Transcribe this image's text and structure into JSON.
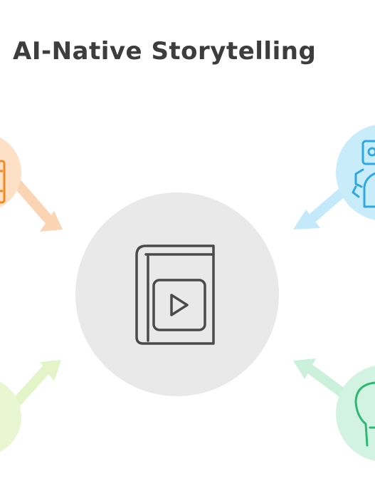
{
  "title": "AI-Native Storytelling",
  "center": {
    "icon": "book-play-icon",
    "color": "#e9e9e9",
    "stroke": "#4a4a4a"
  },
  "nodes": [
    {
      "id": "top-left",
      "icon": "document-icon",
      "color": "#fde0c6",
      "accent": "#f08a24",
      "arrow": "#fbd4b4"
    },
    {
      "id": "top-right",
      "icon": "robot-icon",
      "color": "#c9ecfb",
      "accent": "#2fa8e0",
      "arrow": "#c4e9fa"
    },
    {
      "id": "bottom-left",
      "icon": "cloud-icon",
      "color": "#e8f6d2",
      "accent": "#9bd25a",
      "arrow": "#e2f4c8"
    },
    {
      "id": "bottom-right",
      "icon": "lightbulb-icon",
      "color": "#d2f3e2",
      "accent": "#2fb872",
      "arrow": "#cbf0dc"
    }
  ]
}
